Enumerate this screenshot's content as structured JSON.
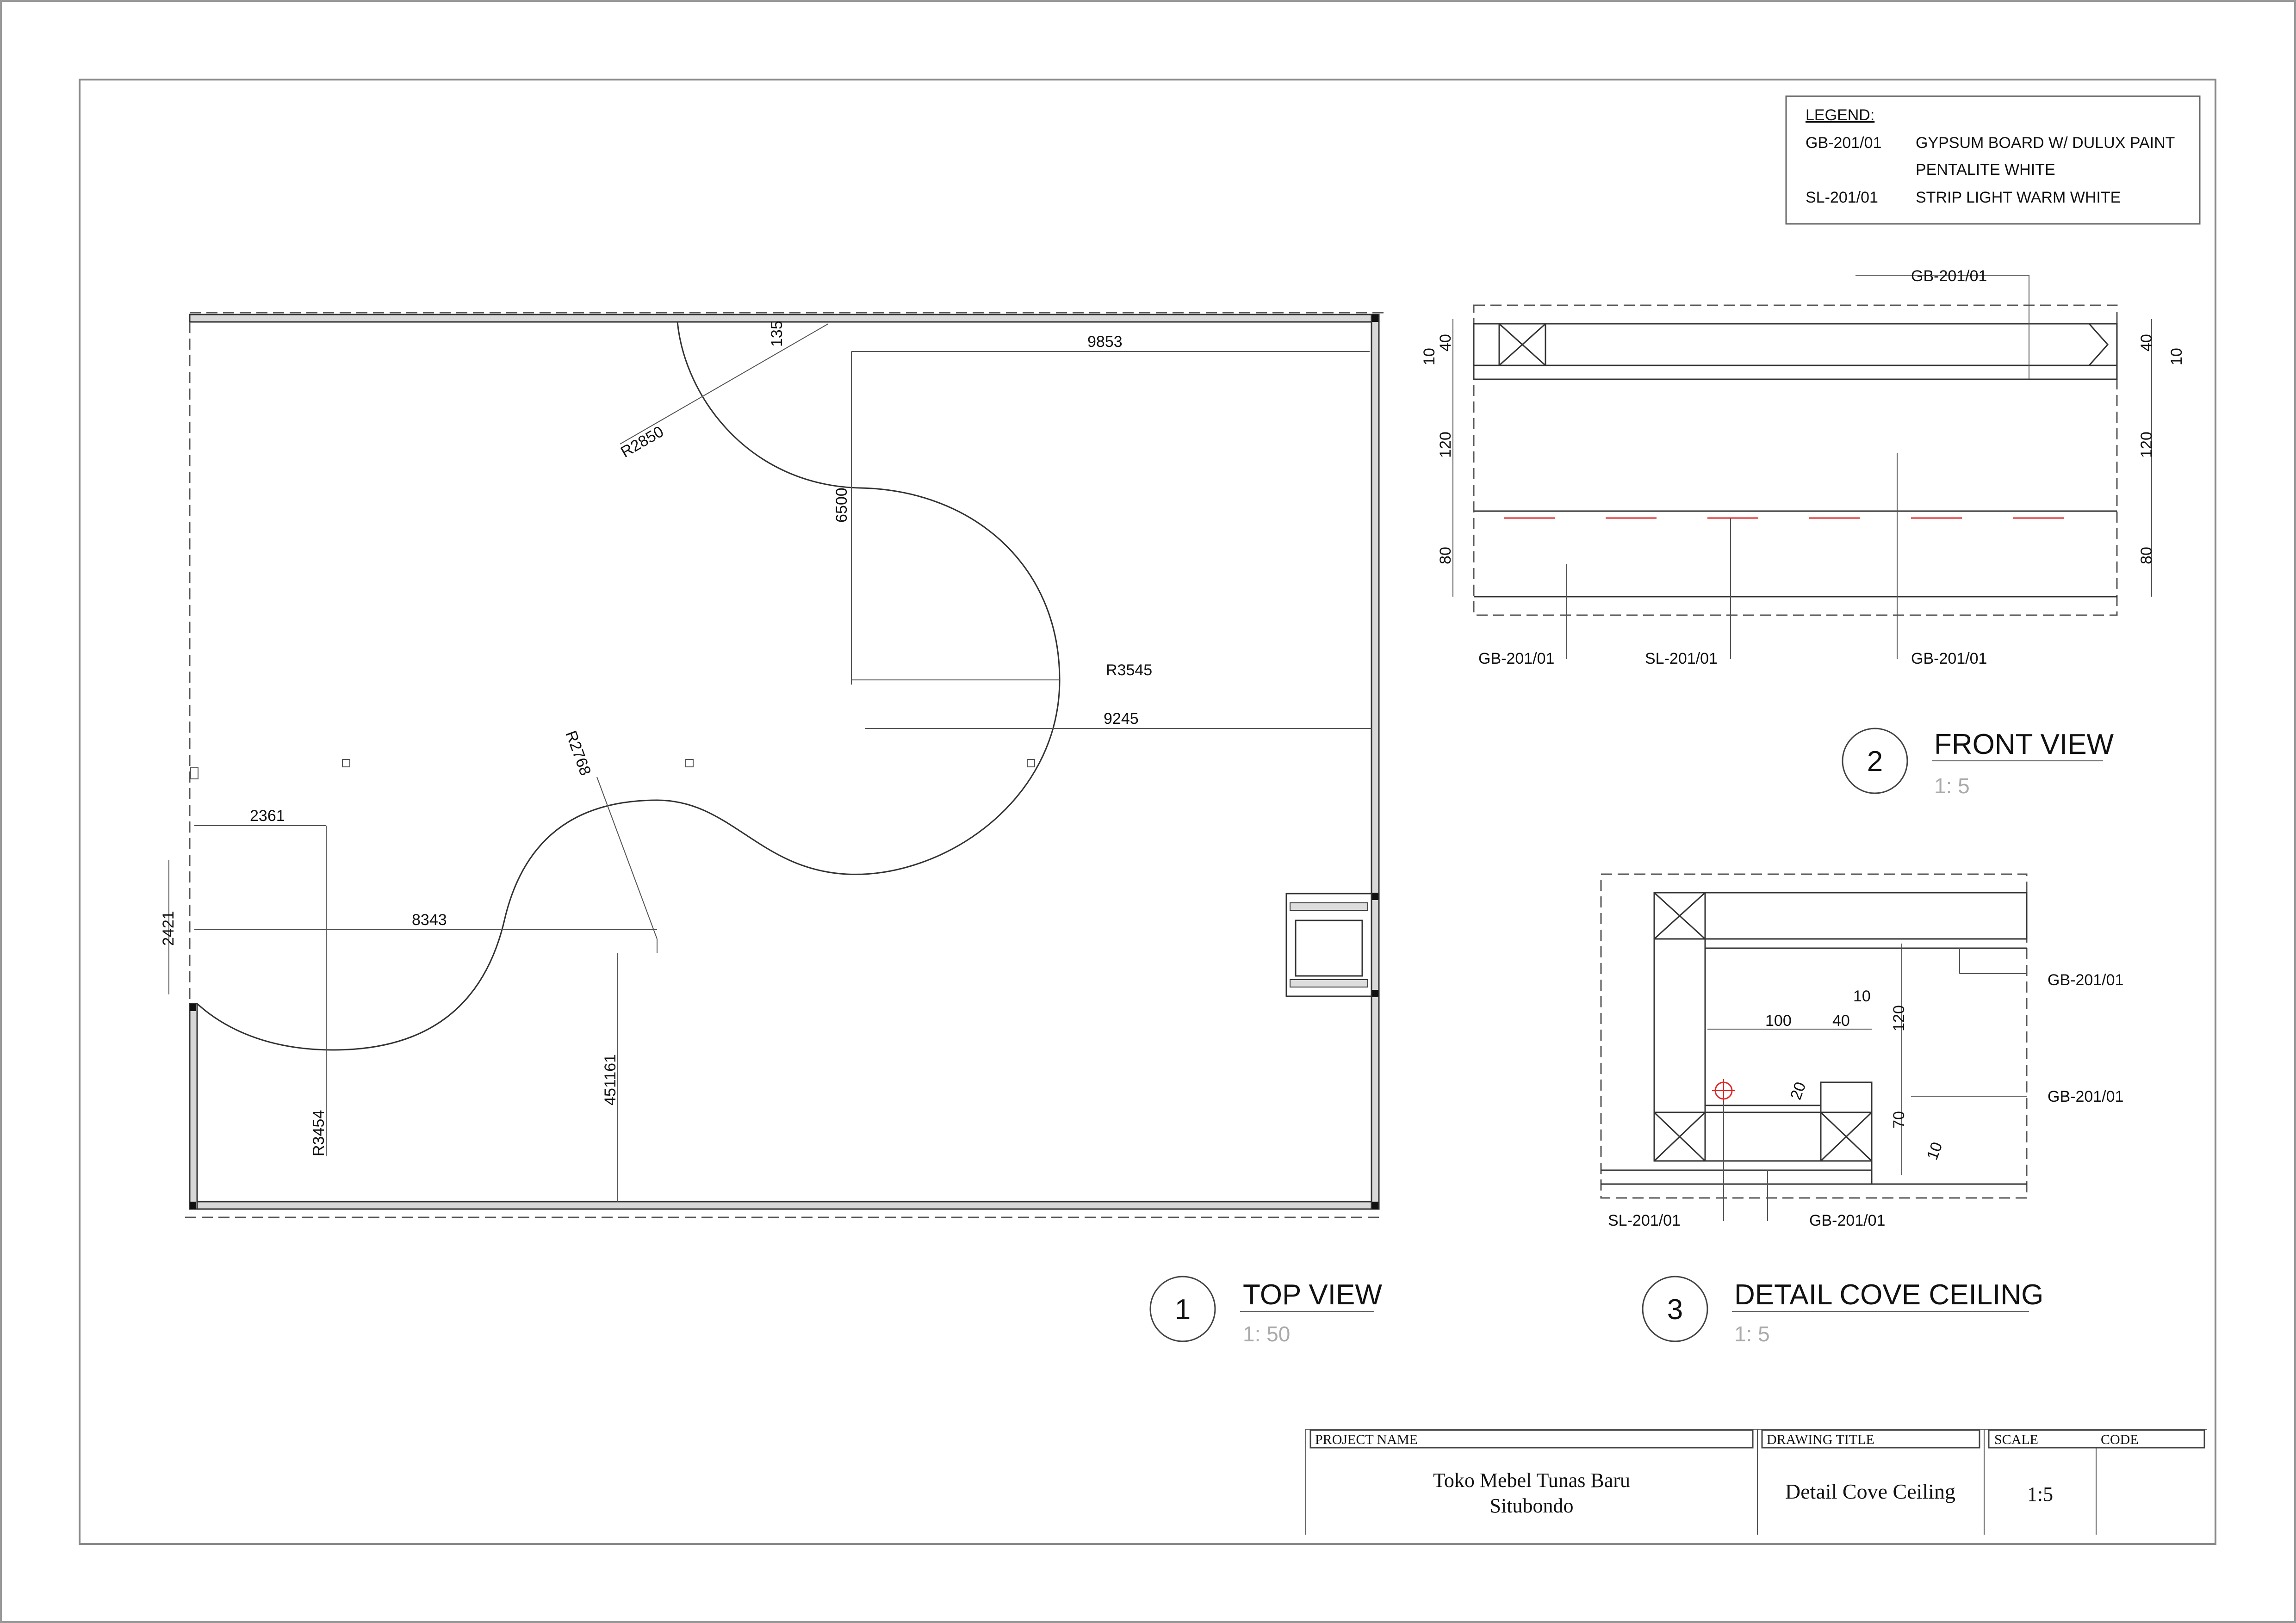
{
  "legend": {
    "heading": "LEGEND:",
    "items": [
      {
        "code": "GB-201/01",
        "desc1": "GYPSUM BOARD W/ DULUX PAINT",
        "desc2": "PENTALITE WHITE"
      },
      {
        "code": "SL-201/01",
        "desc1": "STRIP LIGHT WARM WHITE",
        "desc2": ""
      }
    ]
  },
  "top_view": {
    "number": "1",
    "title": "TOP VIEW",
    "scale": "1: 50",
    "dims": {
      "d135": "135",
      "d9853": "9853",
      "r2850": "R2850",
      "d6500": "6500",
      "r3545": "R3545",
      "d9245": "9245",
      "r2768": "R2768",
      "d2361": "2361",
      "d2421": "2421",
      "d8343": "8343",
      "d451161": "451161",
      "r3454": "R3454"
    }
  },
  "front_view": {
    "number": "2",
    "title": "FRONT VIEW",
    "scale": "1: 5",
    "dims": {
      "l10": "10",
      "l40": "40",
      "l120": "120",
      "l80": "80",
      "r40": "40",
      "r10": "10",
      "r120": "120",
      "r80": "80"
    },
    "labels": {
      "top": "GB-201/01",
      "bl": "GB-201/01",
      "bm": "SL-201/01",
      "br": "GB-201/01"
    }
  },
  "detail_view": {
    "number": "3",
    "title": "DETAIL COVE CEILING",
    "scale": "1: 5",
    "dims": {
      "d100": "100",
      "d40": "40",
      "d10a": "10",
      "d120": "120",
      "d20": "20",
      "d70": "70",
      "d10b": "10"
    },
    "labels": {
      "r1": "GB-201/01",
      "r2": "GB-201/01",
      "bl": "SL-201/01",
      "bm": "GB-201/01"
    }
  },
  "title_block": {
    "project_name_label": "PROJECT NAME",
    "project_line1": "Toko Mebel Tunas Baru",
    "project_line2": "Situbondo",
    "drawing_title_label": "DRAWING TITLE",
    "drawing_title": "Detail Cove Ceiling",
    "scale_label": "SCALE",
    "code_label": "CODE",
    "scale_value": "1:5",
    "code_value": ""
  }
}
